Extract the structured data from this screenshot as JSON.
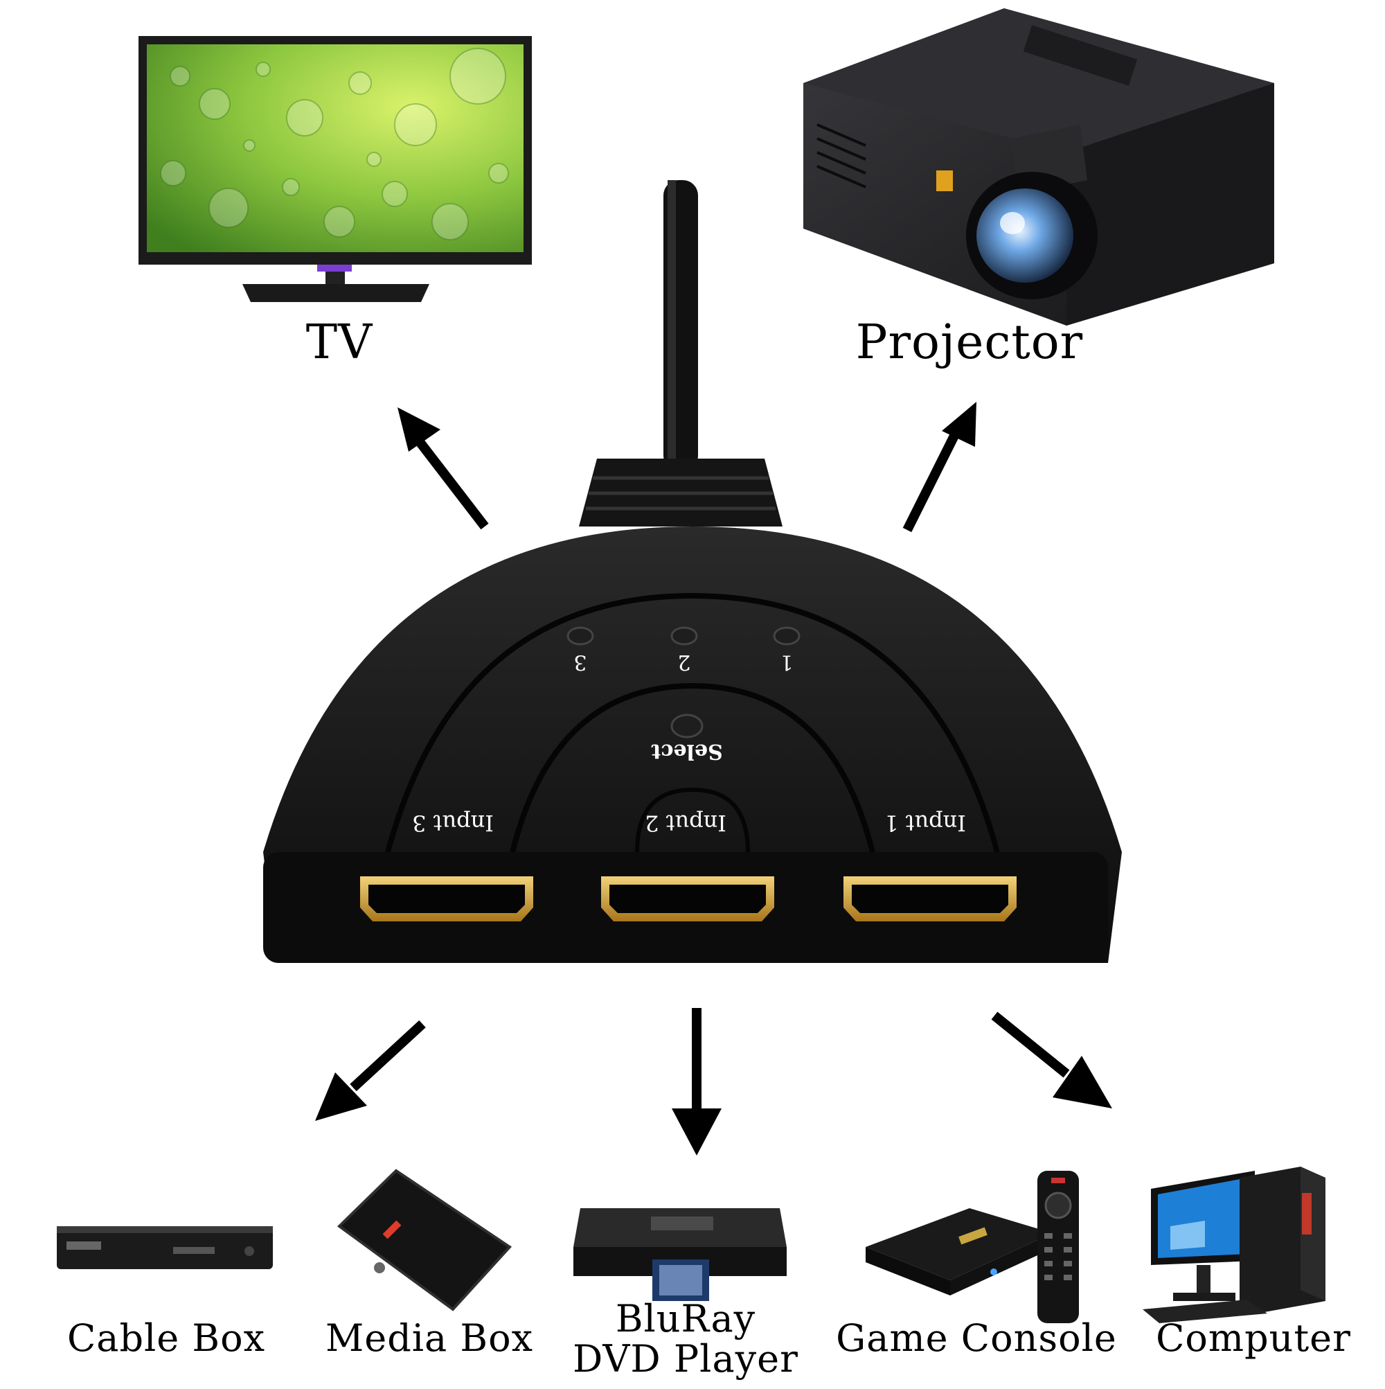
{
  "outputs": {
    "tv": "TV",
    "projector": "Projector"
  },
  "switch": {
    "indicators": [
      "3",
      "2",
      "1"
    ],
    "select_label": "Select",
    "ports": [
      "Input 3",
      "Input 2",
      "Input 1"
    ]
  },
  "sources": {
    "cable_box": "Cable Box",
    "media_box": "Media Box",
    "bluray_line1": "BluRay",
    "bluray_line2": "DVD Player",
    "game_console": "Game Console",
    "computer": "Computer"
  },
  "colors": {
    "arrow": "#000000",
    "switch_body": "#161616",
    "port_gold": "#c99a2e",
    "tv_screen": "#8cc63f"
  }
}
